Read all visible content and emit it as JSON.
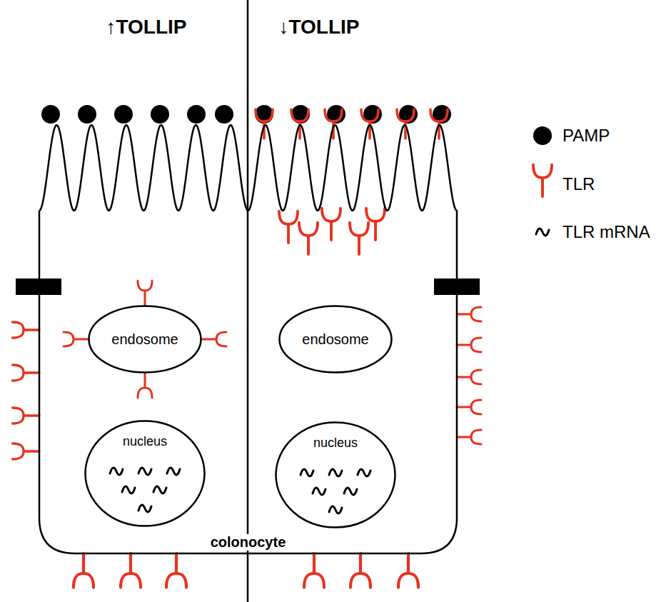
{
  "diagram": {
    "nodes": [
      {
        "text": [
          "colonocyte"
        ]
      },
      {
        "text": [
          "endosome"
        ],
        "in": 0
      },
      {
        "text": [
          "nucleus"
        ],
        "in": 0
      },
      {
        "text": [
          "endosome"
        ],
        "in": 0
      },
      {
        "text": [
          "nucleus"
        ],
        "in": 0
      }
    ],
    "labels": [
      "↑TOLLIP",
      "↓TOLLIP"
    ],
    "legend": [
      {
        "text": "PAMP"
      },
      {
        "text": "TLR"
      },
      {
        "text": "TLR mRNA"
      }
    ]
  }
}
